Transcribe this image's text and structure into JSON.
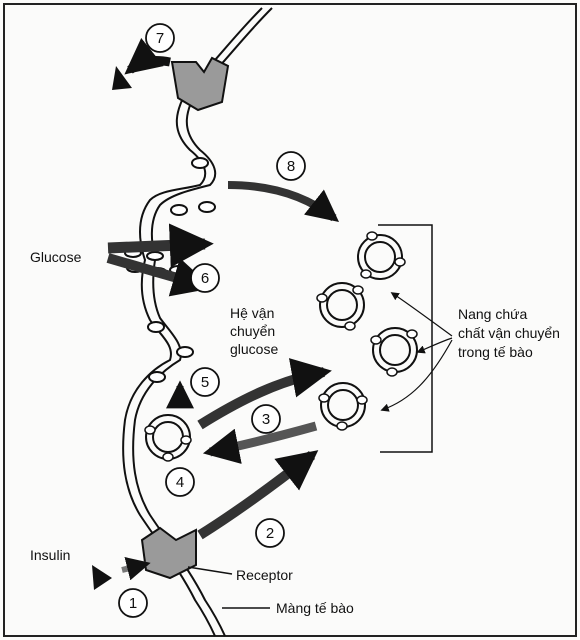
{
  "labels": {
    "glucose": "Glucose",
    "transporter_line1": "Hệ vận",
    "transporter_line2": "chuyển",
    "transporter_line3": "glucose",
    "vesicle_line1": "Nang chứa",
    "vesicle_line2": "chất vận chuyển",
    "vesicle_line3": "trong tế bào",
    "insulin": "Insulin",
    "receptor": "Receptor",
    "membrane": "Màng tế bào"
  },
  "steps": [
    "1",
    "2",
    "3",
    "4",
    "5",
    "6",
    "7",
    "8"
  ],
  "colors": {
    "ink": "#111111",
    "gray": "#777777",
    "receptor": "#9a9a9a"
  }
}
